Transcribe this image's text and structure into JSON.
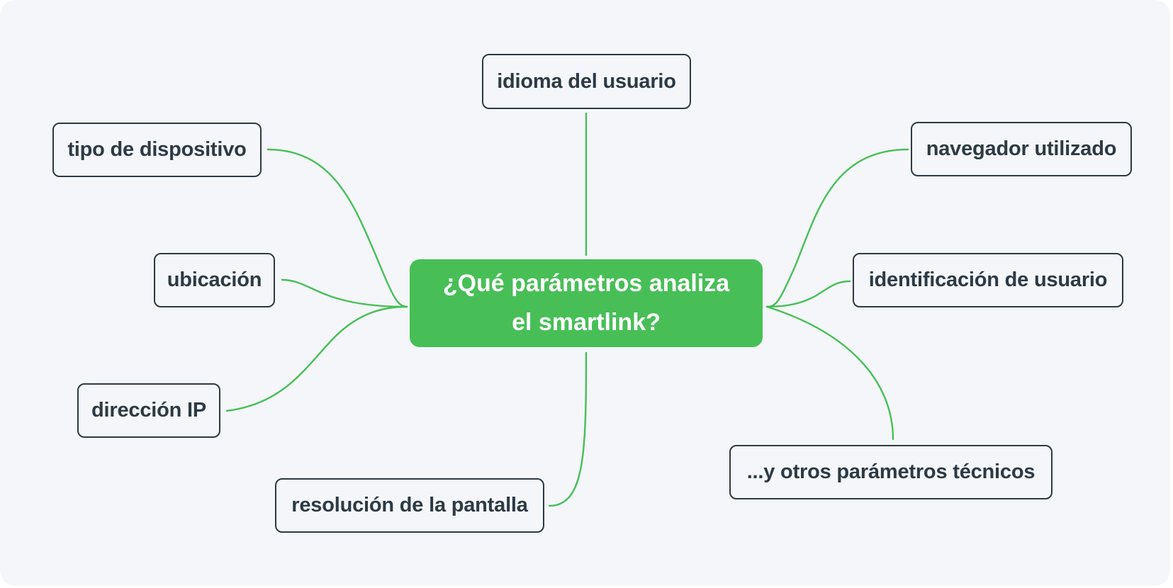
{
  "diagram": {
    "type": "mind-map",
    "colors": {
      "background": "#f4f6fa",
      "accent": "#47bf56",
      "node_border": "#2c3a44",
      "node_text": "#2c3a44",
      "center_text": "#ffffff"
    },
    "center": {
      "line1": "¿Qué parámetros analiza",
      "line2": "el smartlink?"
    },
    "branches": [
      {
        "id": "idioma",
        "label": "idioma del usuario"
      },
      {
        "id": "dispositivo",
        "label": "tipo de dispositivo"
      },
      {
        "id": "ubicacion",
        "label": "ubicación"
      },
      {
        "id": "ip",
        "label": "dirección IP"
      },
      {
        "id": "resolucion",
        "label": "resolución de la pantalla"
      },
      {
        "id": "navegador",
        "label": "navegador utilizado"
      },
      {
        "id": "identificacion",
        "label": "identificación de usuario"
      },
      {
        "id": "otros",
        "label": "...y otros parámetros técnicos"
      }
    ]
  }
}
